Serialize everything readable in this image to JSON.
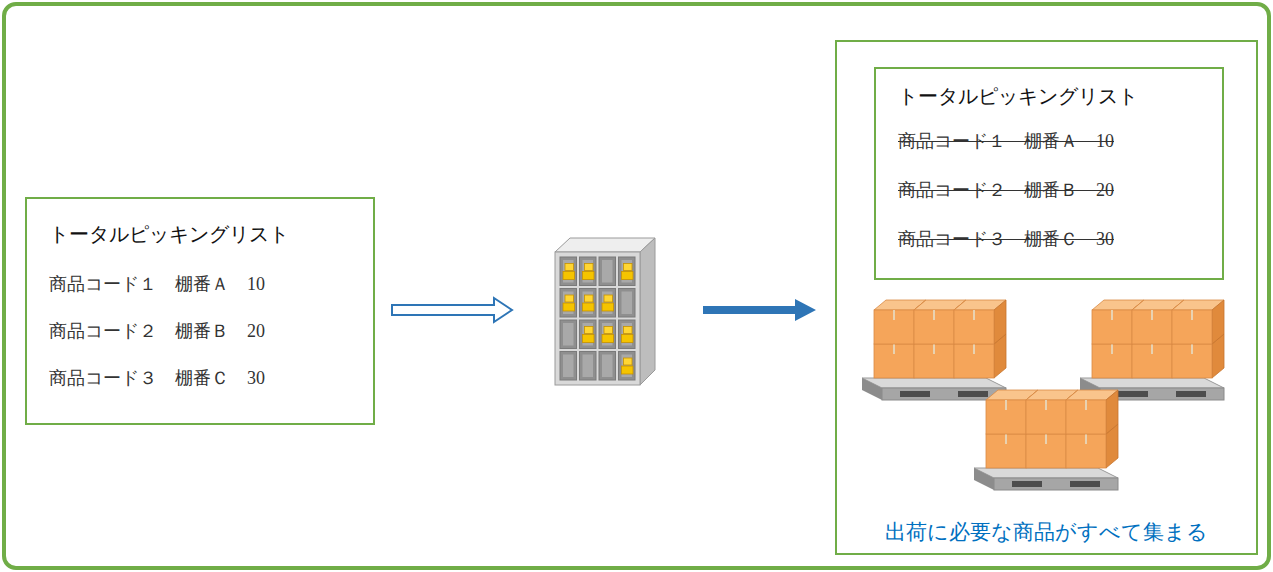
{
  "diagram": {
    "nodes": [
      {
        "text": [
          "トータルピッキングリスト",
          "商品コード１　棚番Ａ　10",
          "商品コード２　棚番Ｂ　20",
          "商品コード３　棚番Ｃ　30"
        ]
      },
      {
        "text": [
          "出荷に必要な商品がすべて集まる"
        ]
      },
      {
        "text": [
          "トータルピッキングリスト",
          "商品コード１　棚番Ａ　10",
          "商品コード２　棚番Ｂ　20",
          "商品コード３　棚番Ｃ　30"
        ],
        "in": 1
      }
    ]
  }
}
